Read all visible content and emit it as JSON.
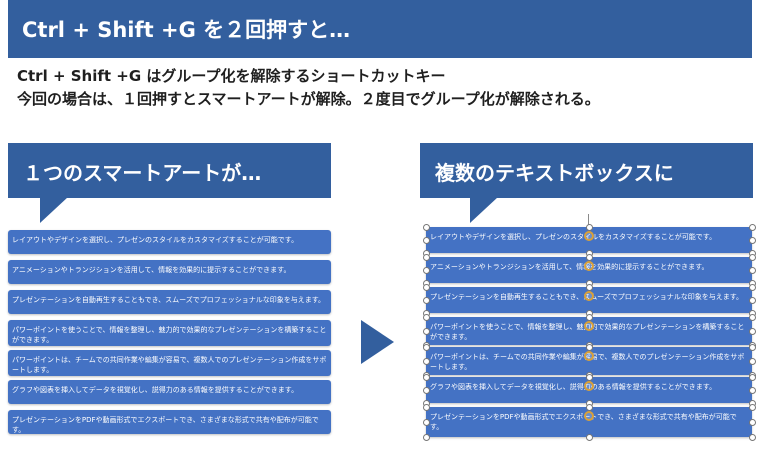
{
  "slide": {
    "title": "Ctrl + Shift +G を２回押すと…",
    "desc_line1": "Ctrl + Shift +G はグループ化を解除するショートカットキー",
    "desc_line2": "今回の場合は、１回押すとスマートアートが解除。２度目でグループ化が解除される。",
    "left_callout": "１つのスマートアートが…",
    "right_callout": "複数のテキストボックスに",
    "items": [
      "レイアウトやデザインを選択し、プレゼンのスタイルをカスタマイズすることが可能です。",
      "アニメーションやトランジションを活用して、情報を効果的に提示することができます。",
      "プレゼンテーションを自動再生することもでき、スムーズでプロフェッショナルな印象を与えます。",
      "パワーポイントを使うことで、情報を整理し、魅力的で効果的なプレゼンテーションを構築することができます。",
      "パワーポイントは、チームでの共同作業や編集が容易で、複数人でのプレゼンテーション作成をサポートします。",
      "グラフや図表を挿入してデータを視覚化し、説得力のある情報を提供することができます。",
      "プレゼンテーションをPDFや動画形式でエクスポートでき、さまざまな形式で共有や配布が可能です。"
    ],
    "colors": {
      "accent": "#335f9e",
      "box": "#4472c4",
      "rotate_handle": "#d9a13a"
    }
  }
}
